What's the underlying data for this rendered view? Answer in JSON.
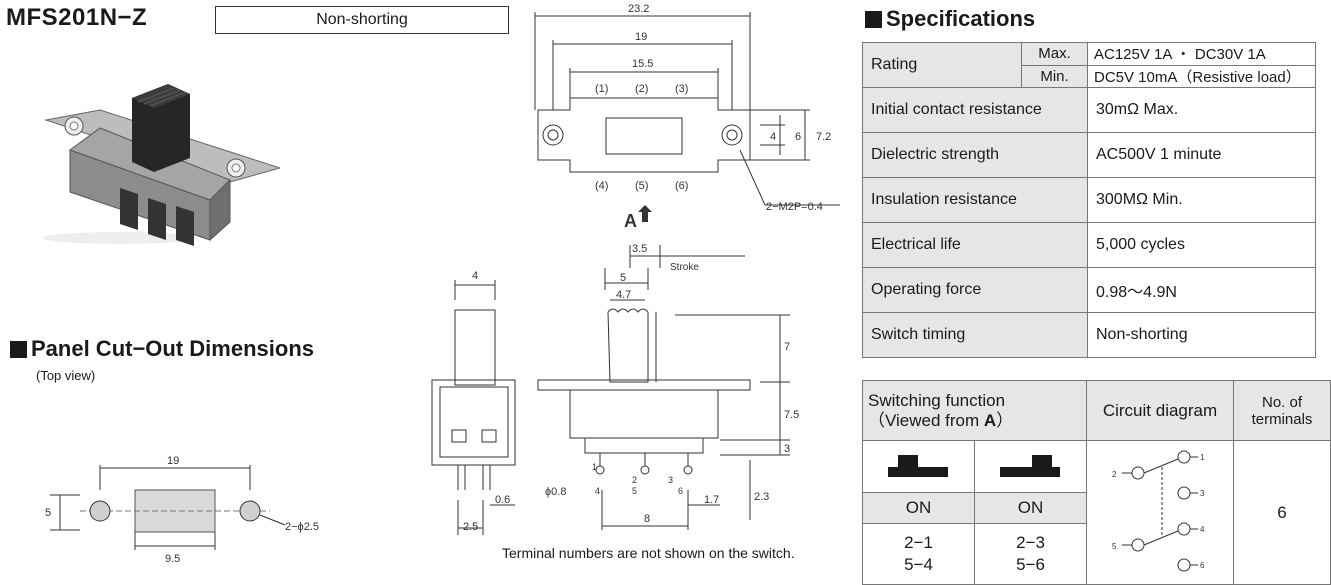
{
  "header": {
    "model": "MFS201N−Z",
    "type_label": "Non-shorting"
  },
  "drawing": {
    "top": {
      "d1": "23.2",
      "d2": "19",
      "d3": "15.5",
      "t1": "(1)",
      "t2": "(2)",
      "t3": "(3)",
      "t4": "(4)",
      "t5": "(5)",
      "t6": "(6)",
      "h4": "4",
      "h6": "6",
      "h72": "7.2",
      "screw": "2−M2P=0.4"
    },
    "arrow_label": "A",
    "side": {
      "w4": "4",
      "w25": "2.5",
      "w06": "0.6"
    },
    "front": {
      "d35": "3.5",
      "d5": "5",
      "d47": "4.7",
      "stroke": "Stroke",
      "v7": "7",
      "v75": "7.5",
      "v3": "3",
      "v23": "2.3",
      "phi": "ϕ0.8",
      "d8": "8",
      "d17": "1.7",
      "n1": "1",
      "n2": "2",
      "n3": "3",
      "n4": "4",
      "n5": "5",
      "n6": "6"
    },
    "footnote": "Terminal numbers are not shown on the switch."
  },
  "panel": {
    "title": "Panel Cut−Out Dimensions",
    "subtitle": "(Top view)",
    "d19": "19",
    "d5": "5",
    "d95": "9.5",
    "hole": "2−ϕ2.5"
  },
  "specs": {
    "title": "Specifications",
    "rating_label": "Rating",
    "max_label": "Max.",
    "max_value": "AC125V 1A ・ DC30V 1A",
    "min_label": "Min.",
    "min_value": "DC5V 10mA（Resistive load）",
    "rows": [
      {
        "label": "Initial contact resistance",
        "value": "30mΩ Max."
      },
      {
        "label": "Dielectric strength",
        "value": "AC500V 1 minute"
      },
      {
        "label": "Insulation resistance",
        "value": "300MΩ Min."
      },
      {
        "label": "Electrical life",
        "value": "5,000 cycles"
      },
      {
        "label": "Operating force",
        "value": "0.98〜4.9N"
      },
      {
        "label": "Switch timing",
        "value": "Non-shorting"
      }
    ]
  },
  "function_table": {
    "h1a": "Switching function",
    "h1b": "（Viewed from ",
    "h1c": "A",
    "h1d": "）",
    "h2": "Circuit diagram",
    "h3a": "No. of",
    "h3b": "terminals",
    "on1": "ON",
    "on2": "ON",
    "c1a": "2−1",
    "c1b": "5−4",
    "c2a": "2−3",
    "c2b": "5−6",
    "terminals": "6",
    "circuit": {
      "t1": "1",
      "t2": "2",
      "t3": "3",
      "t4": "4",
      "t5": "5",
      "t6": "6"
    }
  }
}
